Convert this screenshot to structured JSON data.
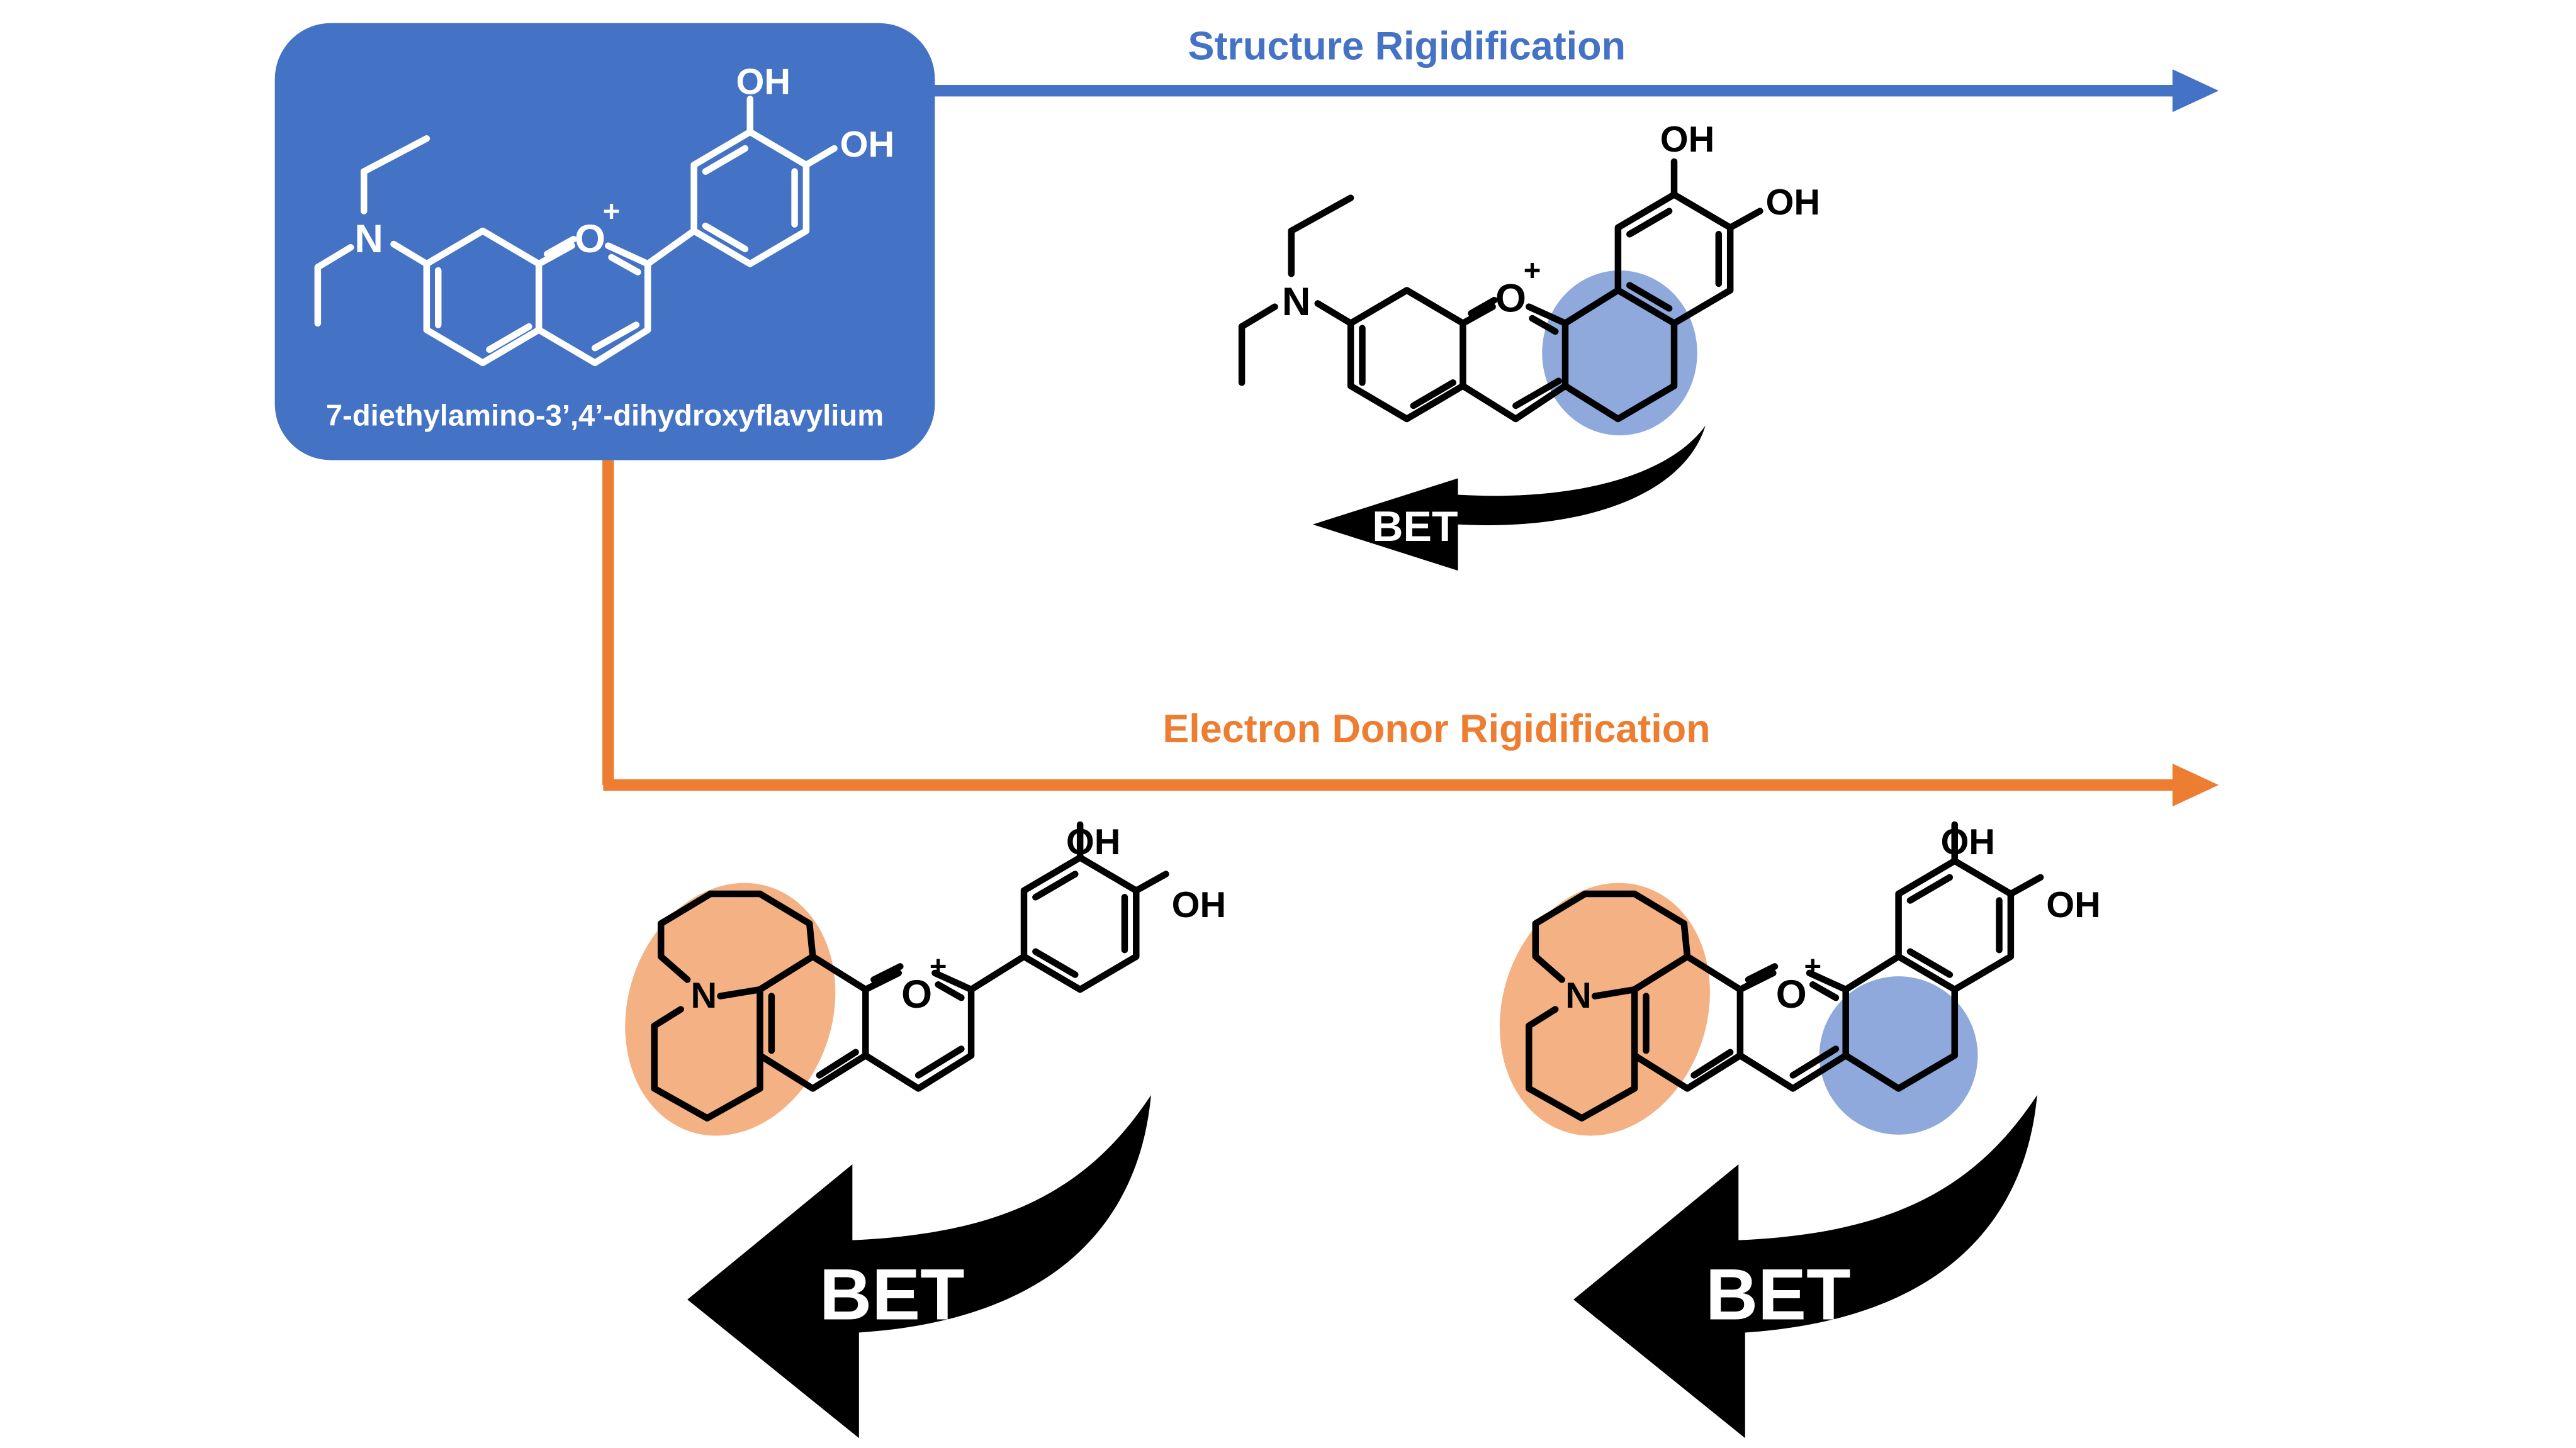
{
  "colors": {
    "blue": "#4472C4",
    "orange": "#ED7D31",
    "blue_highlight": "#8FA9DC",
    "orange_highlight": "#F4B183",
    "bond_dark": "#000000",
    "bond_light": "#ffffff"
  },
  "parent": {
    "name": "7-diethylamino-3’,4’-dihydroxyflavylium",
    "atoms": {
      "oh_top": "OH",
      "oh_right": "OH",
      "oxygen": "O",
      "charge": "+",
      "nitrogen": "N"
    }
  },
  "branches": {
    "structure": {
      "label": "Structure Rigidification"
    },
    "donor": {
      "label": "Electron Donor Rigidification"
    }
  },
  "product_structure": {
    "atoms": {
      "oh_top": "OH",
      "oh_right": "OH",
      "oxygen": "O",
      "charge": "+",
      "nitrogen": "N"
    },
    "bet_label": "BET"
  },
  "product_donor": {
    "atoms": {
      "oh_top": "OH",
      "oh_right": "OH",
      "oxygen": "O",
      "charge": "+",
      "nitrogen": "N"
    },
    "bet_label": "BET"
  },
  "product_both": {
    "atoms": {
      "oh_top": "OH",
      "oh_right": "OH",
      "oxygen": "O",
      "charge": "+",
      "nitrogen": "N"
    },
    "bet_label": "BET"
  }
}
